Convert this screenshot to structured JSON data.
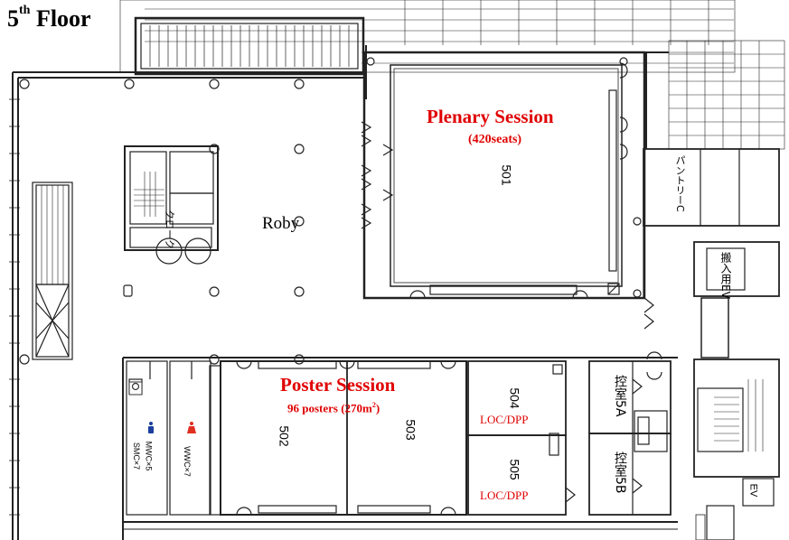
{
  "title": {
    "main": "5",
    "sup": "th",
    "rest": " Floor"
  },
  "rooms": {
    "plenary": {
      "name": "Plenary Session",
      "seats": "(420seats)",
      "number": "501"
    },
    "lobby": "Roby",
    "poster": {
      "name": "Poster Session",
      "detail_pre": "96 posters (270m",
      "detail_sup": "2",
      "detail_post": ")",
      "left": "502",
      "right": "503"
    },
    "r504": {
      "number": "504",
      "use": "LOC/DPP"
    },
    "r505": {
      "number": "505",
      "use": "LOC/DPP"
    },
    "hikae5a": "控室5A",
    "hikae5b": "控室5B",
    "cloak": "クローク",
    "pantry": "パントリーC",
    "freight_ev": "搬入用EV",
    "ev": "EV",
    "mwc": "MWC×5",
    "smc": "SMC×7",
    "wwc": "WWC×7"
  },
  "colors": {
    "accent": "#e00000",
    "male": "#1a3f9c",
    "female": "#e03020",
    "lines": "#222222"
  }
}
